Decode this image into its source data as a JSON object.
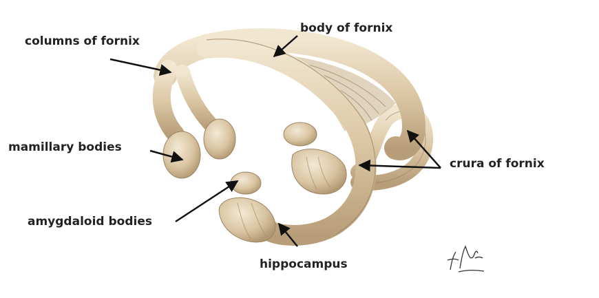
{
  "labels": {
    "columns": "columns of fornix",
    "body": "body of fornix",
    "mamillary": "mamillary bodies",
    "crura": "crura of fornix",
    "amygdaloid": "amygdaloid bodies",
    "hippocampus": "hippocampus"
  },
  "colors": {
    "tissue_fill": "#dcc7a5",
    "tissue_light": "#ece0c8",
    "tissue_shadow": "#b49a74",
    "tissue_stroke": "#9c8462",
    "arrow": "#111111",
    "text": "#222222"
  },
  "icons": {
    "signature": "artist-signature"
  }
}
